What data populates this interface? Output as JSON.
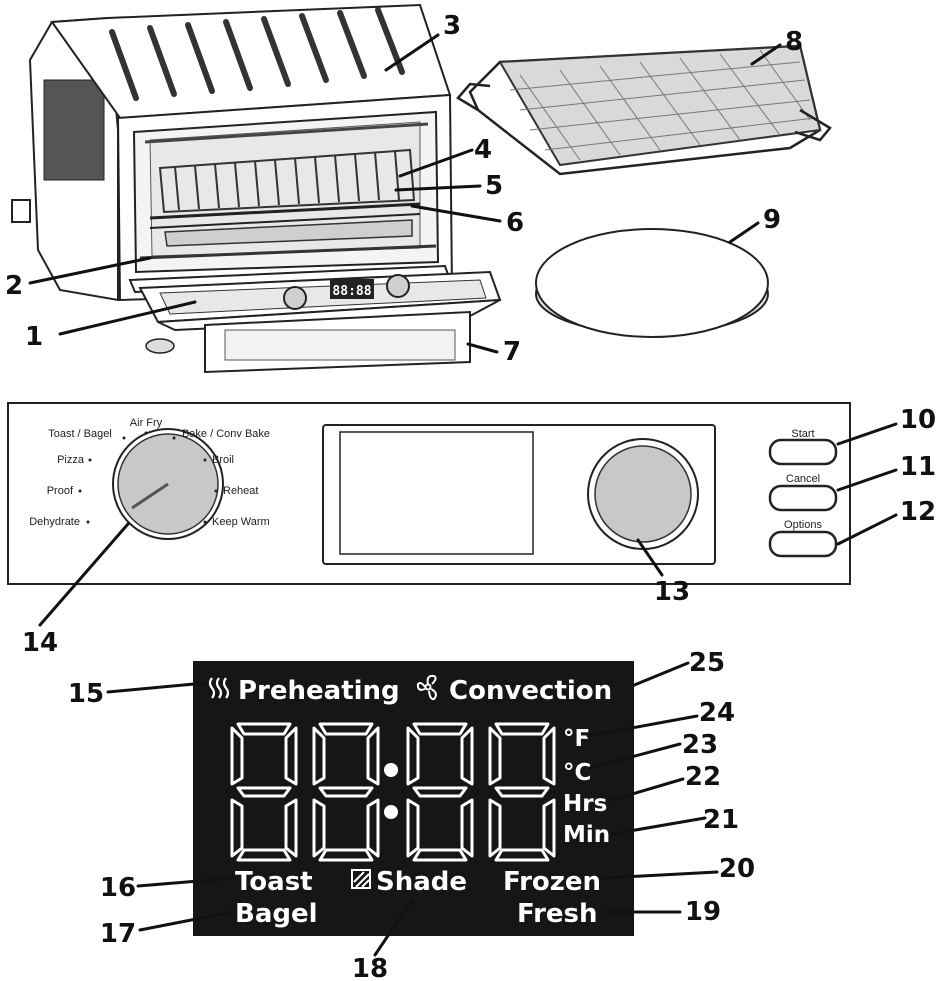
{
  "callouts": [
    "1",
    "2",
    "3",
    "4",
    "5",
    "6",
    "7",
    "8",
    "9",
    "10",
    "11",
    "12",
    "13",
    "14",
    "15",
    "16",
    "17",
    "18",
    "19",
    "20",
    "21",
    "22",
    "23",
    "24",
    "25"
  ],
  "mini_display_digits": "88:88",
  "control_panel": {
    "dial_labels": [
      "Toast / Bagel",
      "Air Fry",
      "Bake / Conv Bake",
      "Pizza",
      "Broil",
      "Proof",
      "Reheat",
      "Dehydrate",
      "Keep Warm"
    ],
    "buttons": [
      "Start",
      "Cancel",
      "Options"
    ]
  },
  "display": {
    "preheating": "Preheating",
    "convection": "Convection",
    "digits": "88:88",
    "unit_f": "°F",
    "unit_c": "°C",
    "hrs": "Hrs",
    "min": "Min",
    "toast": "Toast",
    "bagel": "Bagel",
    "shade": "Shade",
    "frozen": "Frozen",
    "fresh": "Fresh"
  },
  "icons": [
    "heat-waves-icon",
    "fan-icon",
    "shade-icon",
    "dial-knob-icon"
  ]
}
